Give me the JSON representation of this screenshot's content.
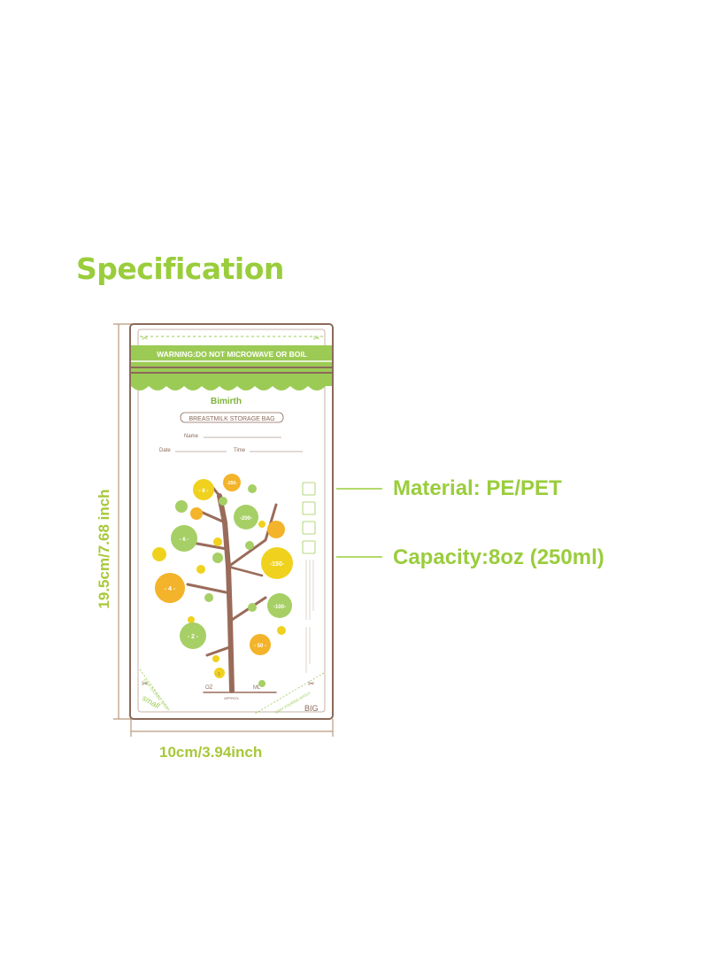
{
  "heading": "Specification",
  "specs": {
    "material": "Material: PE/PET",
    "capacity": "Capacity:8oz (250ml)"
  },
  "dimensions": {
    "width": "10cm/3.94inch",
    "height": "19.5cm/7.68 inch"
  },
  "bag": {
    "warning": "WARNING:DO NOT MICROWAVE OR BOIL",
    "brand": "Bimirth",
    "product": "BREASTMILK STORAGE BAG",
    "name_label": "Name",
    "date_label": "Date",
    "time_label": "Time",
    "oz_label": "OZ",
    "ml_label": "ML",
    "approx_label": "APPROX.",
    "small_label": "small",
    "big_label": "BIG",
    "spout_label": "EASY POURING SPOUT",
    "marks_oz": [
      "- 8 -",
      "- 6 -",
      "- 4 -",
      "- 2 -",
      "- 1"
    ],
    "marks_ml": [
      "-250-",
      "-200-",
      "-150-",
      "-100-",
      "- 50 -"
    ]
  },
  "colors": {
    "accent_green": "#9ACD3C",
    "bag_green": "#9CCB55",
    "outline_brown": "#8B6A5A",
    "trunk_brown": "#9A6B5A",
    "orange": "#F3B32A",
    "yellow": "#F0D21E"
  }
}
